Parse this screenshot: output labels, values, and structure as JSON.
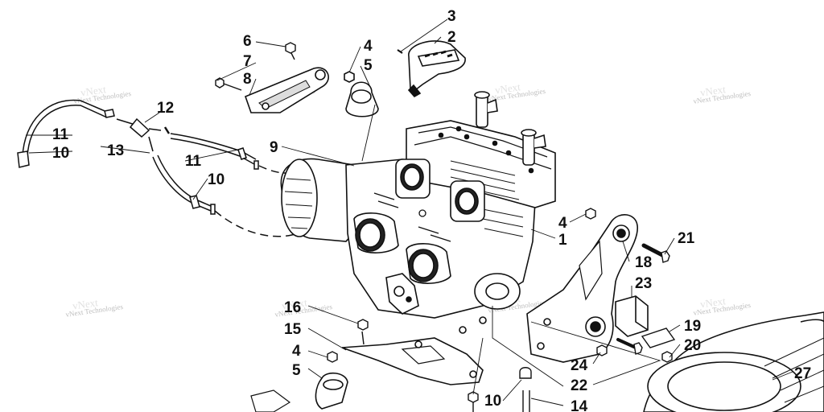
{
  "watermark": "vNext Technologies",
  "callouts": [
    "3",
    "2",
    "6",
    "4",
    "7",
    "5",
    "8",
    "12",
    "11",
    "10",
    "13",
    "11",
    "10",
    "9",
    "4",
    "1",
    "21",
    "18",
    "23",
    "16",
    "15",
    "4",
    "5",
    "19",
    "20",
    "24",
    "22",
    "10",
    "14",
    "27"
  ]
}
